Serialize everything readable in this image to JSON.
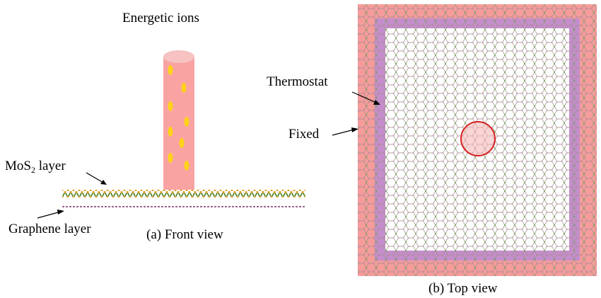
{
  "front_view": {
    "ion_label": "Energetic ions",
    "mos2_label_prefix": "MoS",
    "mos2_label_sub": "2",
    "mos2_label_suffix": " layer",
    "graphene_label": "Graphene layer",
    "caption": "(a) Front view"
  },
  "top_view": {
    "thermostat_label": "Thermostat",
    "fixed_label": "Fixed",
    "caption": "(b) Top view"
  },
  "colors": {
    "ion_beam": "#f9a3a3",
    "ion_cap": "#f6c2c2",
    "ion_particle": "#ffd21a",
    "mo_atom": "#e0a030",
    "s_atom": "#4a8a2a",
    "bond": "#3e7d1e",
    "graphene": "#7a2f6a",
    "fixed_region": "#f48a8a",
    "thermostat_region": "#b98ad8",
    "lattice_line": "#9c9a8a",
    "impact_circle": "#d62020"
  }
}
